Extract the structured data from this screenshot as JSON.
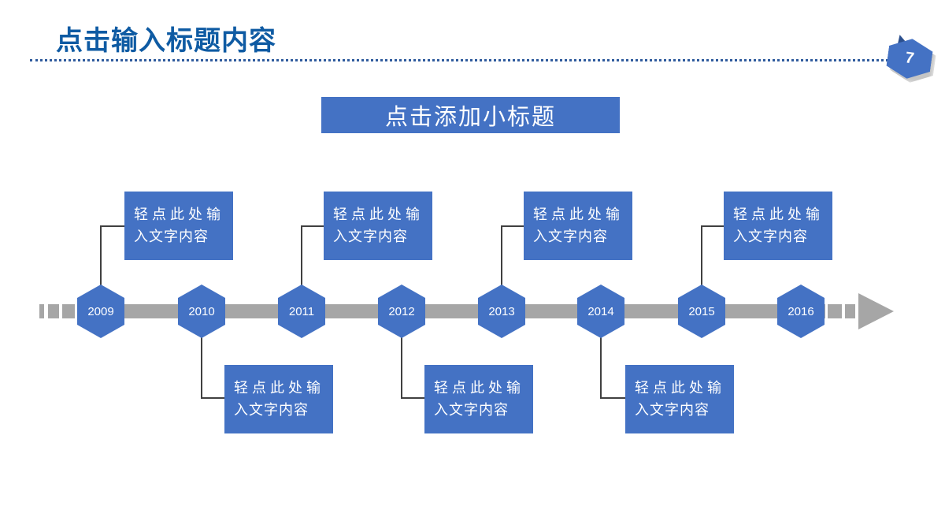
{
  "slide": {
    "title": "点击输入标题内容",
    "page_number": "7",
    "subtitle": "点击添加小标题"
  },
  "timeline": {
    "items": [
      {
        "year": "2009",
        "side": "above",
        "line1": "轻点此处输",
        "line2": "入文字内容"
      },
      {
        "year": "2010",
        "side": "below",
        "line1": "轻点此处输",
        "line2": "入文字内容"
      },
      {
        "year": "2011",
        "side": "above",
        "line1": "轻点此处输",
        "line2": "入文字内容"
      },
      {
        "year": "2012",
        "side": "below",
        "line1": "轻点此处输",
        "line2": "入文字内容"
      },
      {
        "year": "2013",
        "side": "above",
        "line1": "轻点此处输",
        "line2": "入文字内容"
      },
      {
        "year": "2014",
        "side": "below",
        "line1": "轻点此处输",
        "line2": "入文字内容"
      },
      {
        "year": "2015",
        "side": "above",
        "line1": "轻点此处输",
        "line2": "入文字内容"
      },
      {
        "year": "2016",
        "side": "none"
      }
    ]
  },
  "colors": {
    "accent_blue": "#4472C4",
    "title_blue": "#0F5BA3",
    "dotted_rule_blue": "#2F5B9D",
    "timeline_gray": "#A6A6A6",
    "connector_dark": "#404040"
  }
}
